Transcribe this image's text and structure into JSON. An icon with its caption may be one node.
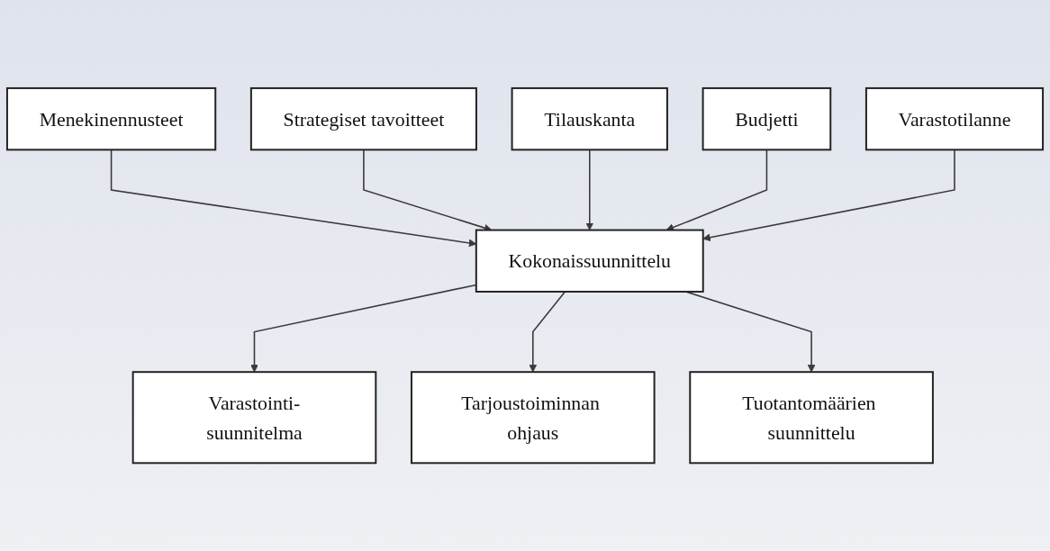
{
  "diagram": {
    "nodes": [
      {
        "text": [
          "Menekinennusteet"
        ]
      },
      {
        "text": [
          "Strategiset tavoitteet"
        ]
      },
      {
        "text": [
          "Tilauskanta"
        ]
      },
      {
        "text": [
          "Budjetti"
        ]
      },
      {
        "text": [
          "Kokonaissuunnittelu"
        ]
      },
      {
        "text": [
          "Varastotilanne"
        ]
      },
      {
        "text": [
          "Varastointi-suunnitelma"
        ]
      },
      {
        "text": [
          "Tarjoustoiminnan ohjaus"
        ]
      },
      {
        "text": [
          "Tuotantomäärien suunnittelu"
        ]
      }
    ],
    "edges": [
      {
        "from": 0,
        "to": 4,
        "arrow": "to"
      },
      {
        "from": 1,
        "to": 4,
        "arrow": "to"
      },
      {
        "from": 2,
        "to": 4,
        "arrow": "to"
      },
      {
        "from": 3,
        "to": 4,
        "arrow": "to"
      },
      {
        "from": 5,
        "to": 4,
        "arrow": "to"
      },
      {
        "from": 4,
        "to": 6,
        "arrow": "to"
      },
      {
        "from": 4,
        "to": 7,
        "arrow": "to"
      },
      {
        "from": 4,
        "to": 8,
        "arrow": "to"
      }
    ]
  }
}
